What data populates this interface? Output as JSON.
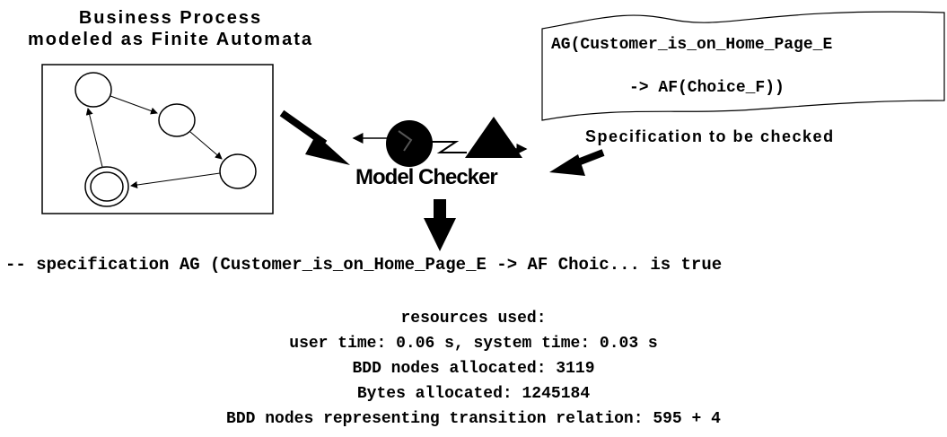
{
  "process": {
    "title_line1": "Business Process",
    "title_line2": "modeled as Finite Automata"
  },
  "spec_box": {
    "line1": "AG(Customer_is_on_Home_Page_E",
    "line2": "-> AF(Choice_F))"
  },
  "spec_label": "Specification to be checked",
  "checker_label": "Model Checker",
  "result_line": "-- specification AG (Customer_is_on_Home_Page_E -> AF Choic... is true",
  "resources": [
    "resources used:",
    "user time: 0.06 s, system time: 0.03 s",
    "BDD nodes allocated: 3119",
    "Bytes allocated: 1245184",
    "BDD nodes representing transition relation: 595 + 4"
  ]
}
